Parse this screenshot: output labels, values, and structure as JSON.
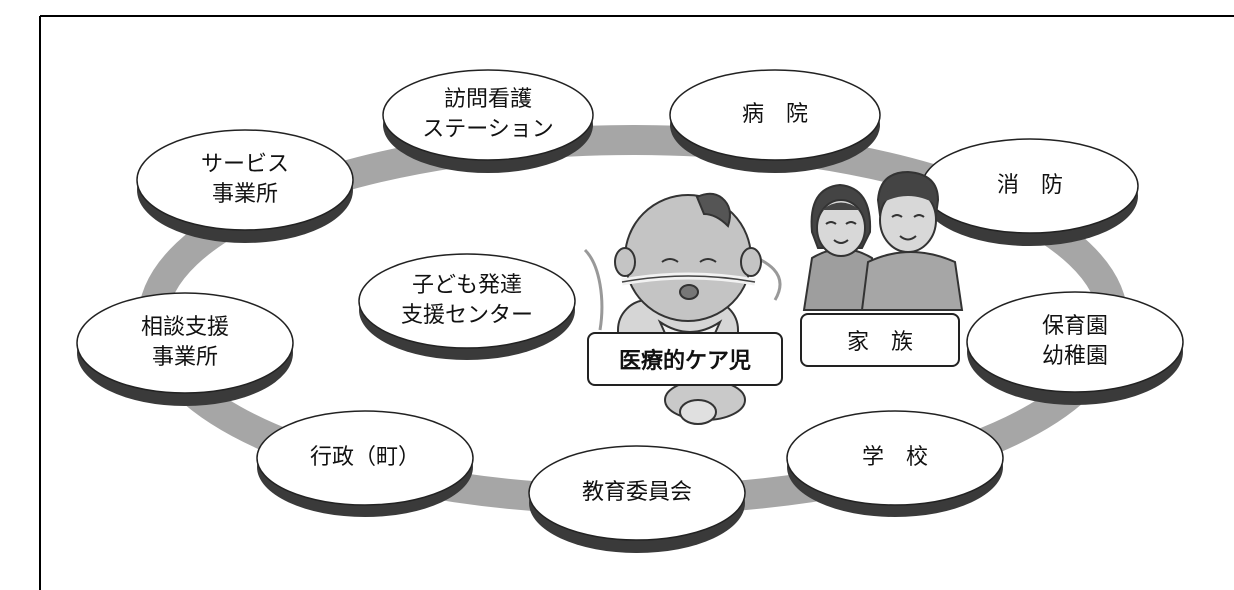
{
  "nodes": {
    "visiting_nursing": [
      "訪問看護",
      "ステーション"
    ],
    "hospital": [
      "病　院"
    ],
    "fire_dept": [
      "消　防"
    ],
    "nursery": [
      "保育園",
      "幼稚園"
    ],
    "school": [
      "学　校"
    ],
    "education_board": [
      "教育委員会"
    ],
    "administration": [
      "行政（町）"
    ],
    "consultation": [
      "相談支援",
      "事業所"
    ],
    "service_office": [
      "サービス",
      "事業所"
    ],
    "child_dev_center": [
      "子ども発達",
      "支援センター"
    ]
  },
  "center_label": "医療的ケア児",
  "family_label": "家　族",
  "colors": {
    "ring": "#a6a6a6",
    "node_shadow": "#3a3a3a",
    "node_fill": "#ffffff"
  }
}
